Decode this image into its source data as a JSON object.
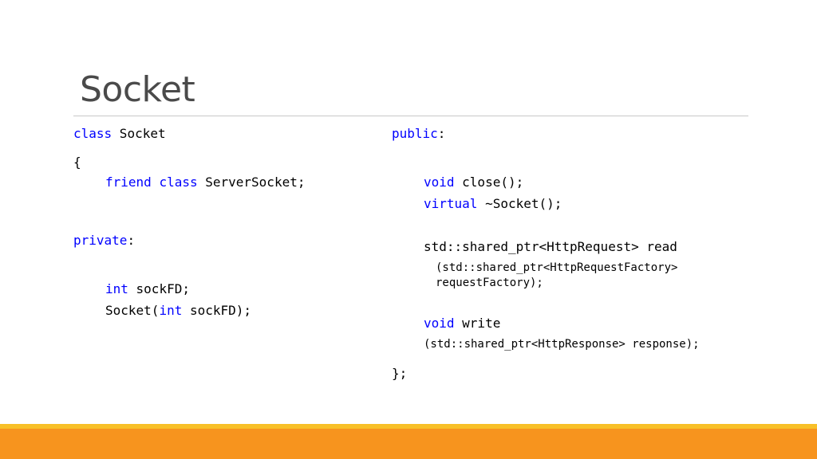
{
  "slide": {
    "title": "Socket"
  },
  "code": {
    "left": {
      "l1_kw": "class",
      "l1_rest": " Socket",
      "l2": "{",
      "l3_kw1": "friend",
      "l3_sp": " ",
      "l3_kw2": "class",
      "l3_rest": " ServerSocket;",
      "l4_kw": "private",
      "l4_rest": ":",
      "l5_kw": "int",
      "l5_rest": " sockFD;",
      "l6_a": "Socket(",
      "l6_kw": "int",
      "l6_b": " sockFD);"
    },
    "right": {
      "r1_kw": "public",
      "r1_rest": ":",
      "r2_kw": "void",
      "r2_rest": " close();",
      "r3_kw": "virtual",
      "r3_rest": " ~Socket();",
      "r4": "std::shared_ptr<HttpRequest> read",
      "r5": "(std::shared_ptr<HttpRequestFactory>",
      "r6": "requestFactory);",
      "r7_kw": "void",
      "r7_rest": " write",
      "r8": "(std::shared_ptr<HttpResponse> response);",
      "r9": "};"
    }
  },
  "colors": {
    "keyword": "#0000ff",
    "text": "#000000",
    "title": "#4a4a4a",
    "accent_bar": "#f7941e",
    "accent_bar_light": "#f8c028"
  }
}
